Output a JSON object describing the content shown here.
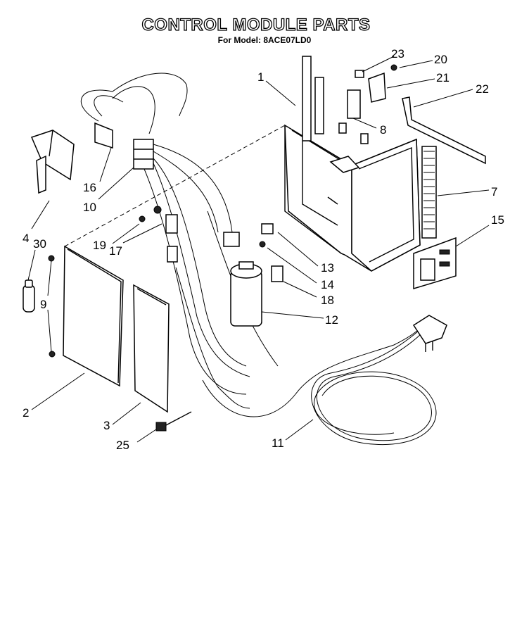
{
  "header": {
    "title": "CONTROL MODULE PARTS",
    "subtitle": "For Model: 8ACE07LD0"
  },
  "callouts": [
    "1",
    "2",
    "3",
    "4",
    "7",
    "8",
    "9",
    "10",
    "11",
    "12",
    "13",
    "14",
    "15",
    "16",
    "17",
    "18",
    "19",
    "20",
    "21",
    "22",
    "23",
    "25",
    "30"
  ]
}
